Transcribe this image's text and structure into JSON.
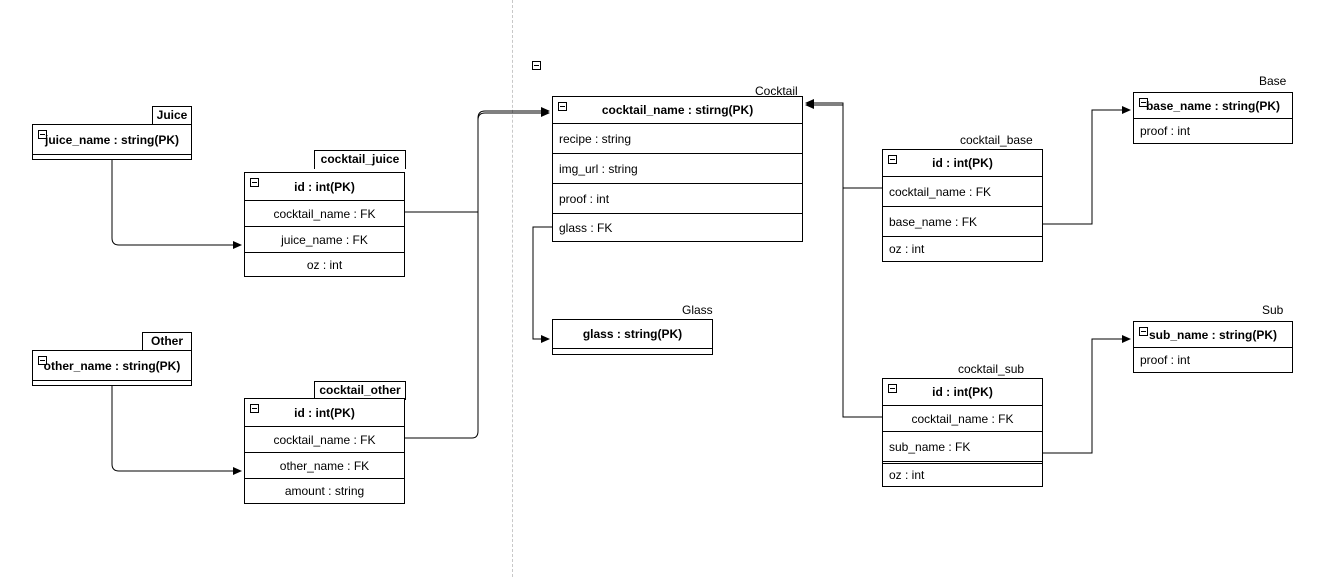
{
  "entities": {
    "juice": {
      "title": "Juice",
      "rows": [
        "juice_name : string(PK)"
      ]
    },
    "other": {
      "title": "Other",
      "rows": [
        "other_name : string(PK)"
      ]
    },
    "cocktail_juice": {
      "title": "cocktail_juice",
      "rows": [
        "id : int(PK)",
        "cocktail_name : FK",
        "juice_name : FK",
        "oz : int"
      ]
    },
    "cocktail_other": {
      "title": "cocktail_other",
      "rows": [
        "id : int(PK)",
        "cocktail_name : FK",
        "other_name : FK",
        "amount : string"
      ]
    },
    "cocktail": {
      "title": "Cocktail",
      "rows": [
        "cocktail_name : stirng(PK)",
        "recipe : string",
        "img_url : string",
        "proof : int",
        "glass : FK"
      ]
    },
    "glass": {
      "title": "Glass",
      "rows": [
        "glass : string(PK)"
      ]
    },
    "cocktail_base": {
      "title": "cocktail_base",
      "rows": [
        "id : int(PK)",
        "cocktail_name : FK",
        "base_name : FK",
        "oz : int"
      ]
    },
    "cocktail_sub": {
      "title": "cocktail_sub",
      "rows": [
        "id : int(PK)",
        "cocktail_name : FK",
        "sub_name : FK",
        "oz : int"
      ]
    },
    "base": {
      "title": "Base",
      "rows": [
        "base_name : string(PK)",
        "proof : int"
      ]
    },
    "sub": {
      "title": "Sub",
      "rows": [
        "sub_name : string(PK)",
        "proof : int"
      ]
    }
  }
}
